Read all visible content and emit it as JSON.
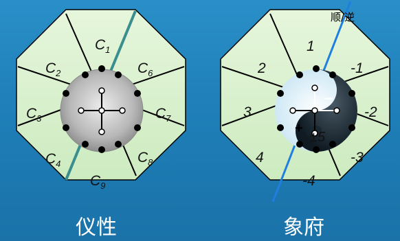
{
  "left_diagram": {
    "caption": "仪性",
    "sectors": [
      {
        "main": "C",
        "sub": "1"
      },
      {
        "main": "C",
        "sub": "2"
      },
      {
        "main": "C",
        "sub": "3"
      },
      {
        "main": "C",
        "sub": "4"
      },
      {
        "main": "C",
        "sub": "9"
      },
      {
        "main": "C",
        "sub": "8"
      },
      {
        "main": "C",
        "sub": "7"
      },
      {
        "main": "C",
        "sub": "6"
      }
    ]
  },
  "right_diagram": {
    "caption": "象府",
    "corner_label": "顺/逆",
    "sectors": [
      "1",
      "2",
      "3",
      "4",
      "-4",
      "-3",
      "-2",
      "-1"
    ],
    "center_plus": "+",
    "center_minus": "−",
    "center_value": "±5"
  },
  "colors": {
    "background": "#1f7fb8",
    "sector_fill": "#d9f0cf",
    "outline": "#000000",
    "left_axis": "#3a8e8e",
    "right_axis": "#1e7fe0"
  }
}
